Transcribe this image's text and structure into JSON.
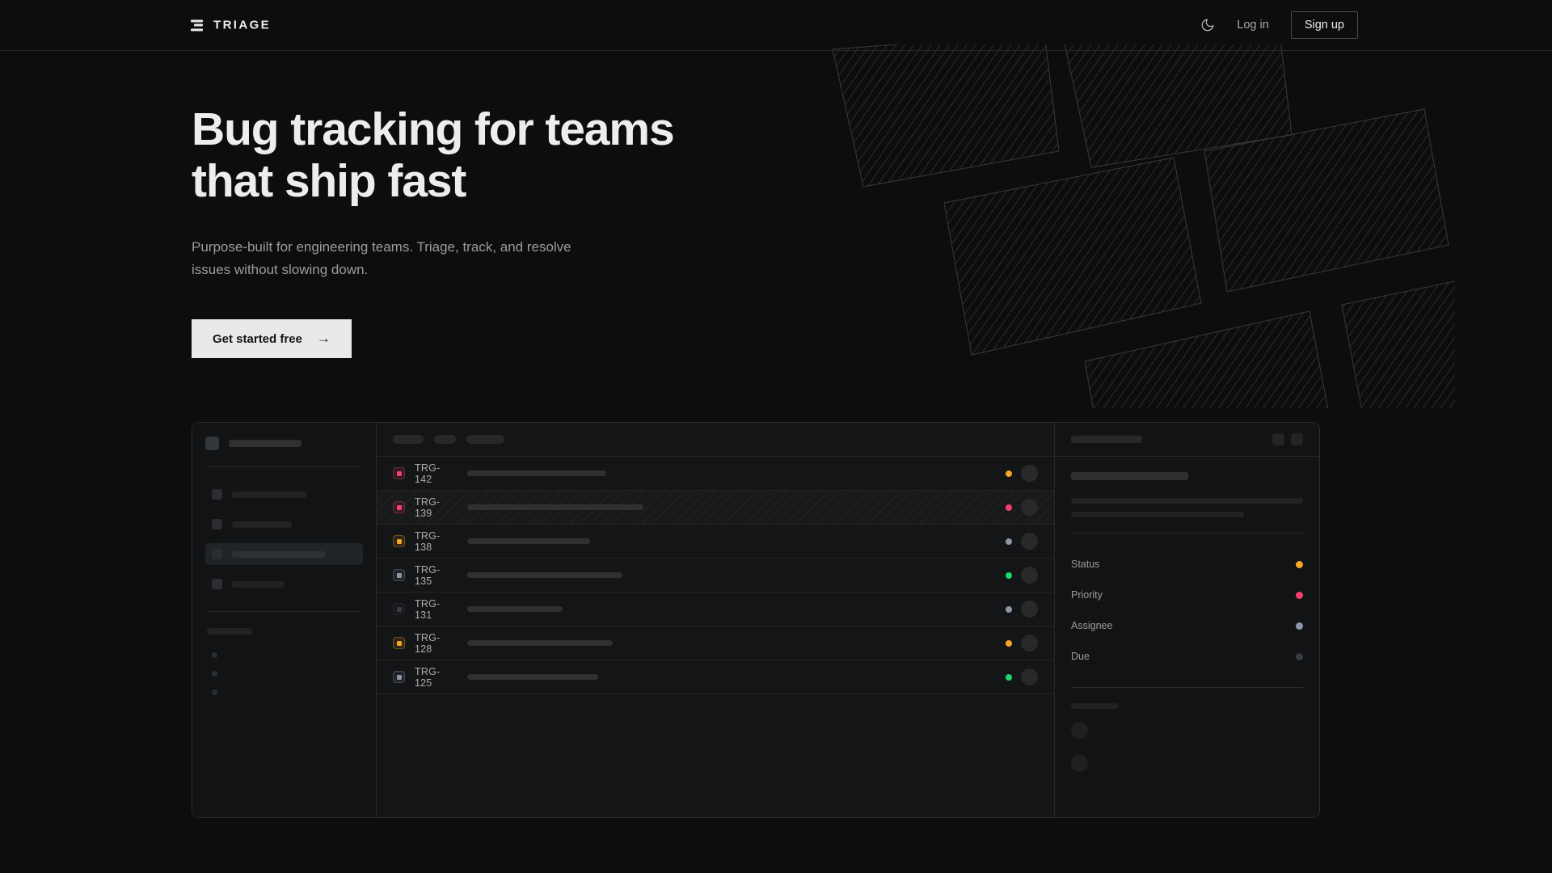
{
  "brand": {
    "name": "TRIAGE",
    "logo_icon": "stacked-bars-icon"
  },
  "nav": {
    "theme_toggle_icon": "moon-icon",
    "login_label": "Log in",
    "signup_label": "Sign up"
  },
  "hero": {
    "title_line1": "Bug tracking for teams",
    "title_line2": "that ship fast",
    "subtitle": "Purpose-built for engineering teams. Triage, track, and resolve issues without slowing down.",
    "cta_label": "Get started free",
    "cta_arrow": "→",
    "art_icon": "hatched-panels-decoration"
  },
  "colors": {
    "page_bg": "#0c0d0e",
    "panel_bg": "#141517",
    "border": "#2a2c2e",
    "text_primary": "#ededee",
    "text_muted": "#9b9c9e",
    "cta_bg": "#e9e9ea",
    "status_orange": "#f5a623",
    "status_pink": "#f43f6e",
    "status_green": "#18d96b",
    "status_slate": "#8b97a8",
    "status_grey": "#3a3d40"
  },
  "app_mock": {
    "sidebar": {
      "workspace_placeholder": true,
      "nav_items": [
        {
          "active": false,
          "width": 92
        },
        {
          "active": false,
          "width": 74
        },
        {
          "active": true,
          "width": 116
        },
        {
          "active": false,
          "width": 64
        }
      ],
      "section_label_width": 56,
      "sub_items": 3
    },
    "list": {
      "filter_chips": [
        38,
        27,
        47
      ],
      "columns": [
        "status",
        "id",
        "title",
        "priority",
        "assignee"
      ],
      "rows": [
        {
          "id": "TRG-142",
          "status_color": "#f43f6e",
          "priority_color": "#f5a623",
          "title_width": 172,
          "selected": false
        },
        {
          "id": "TRG-139",
          "status_color": "#f43f6e",
          "priority_color": "#f43f6e",
          "title_width": 218,
          "selected": true
        },
        {
          "id": "TRG-138",
          "status_color": "#f5a623",
          "priority_color": "#8b97a8",
          "title_width": 152,
          "selected": false
        },
        {
          "id": "TRG-135",
          "status_color": "#8b97a8",
          "priority_color": "#18d96b",
          "title_width": 192,
          "selected": false
        },
        {
          "id": "TRG-131",
          "status_color": "#3a3d40",
          "priority_color": "#8b97a8",
          "title_width": 118,
          "selected": false
        },
        {
          "id": "TRG-128",
          "status_color": "#f5a623",
          "priority_color": "#f5a623",
          "title_width": 180,
          "selected": false
        },
        {
          "id": "TRG-125",
          "status_color": "#8b97a8",
          "priority_color": "#18d96b",
          "title_width": 162,
          "selected": false
        }
      ]
    },
    "detail": {
      "header_title_width": 88,
      "header_buttons": 2,
      "issue_title_width": 145,
      "description_line_widths": [
        287,
        214
      ],
      "fields": [
        {
          "label": "Status",
          "color": "#f5a623"
        },
        {
          "label": "Priority",
          "color": "#f43f6e"
        },
        {
          "label": "Assignee",
          "color": "#8b97a8"
        },
        {
          "label": "Due",
          "color": "#3a3d40"
        }
      ],
      "activity_label_width": 58,
      "activity_items": 2
    }
  }
}
